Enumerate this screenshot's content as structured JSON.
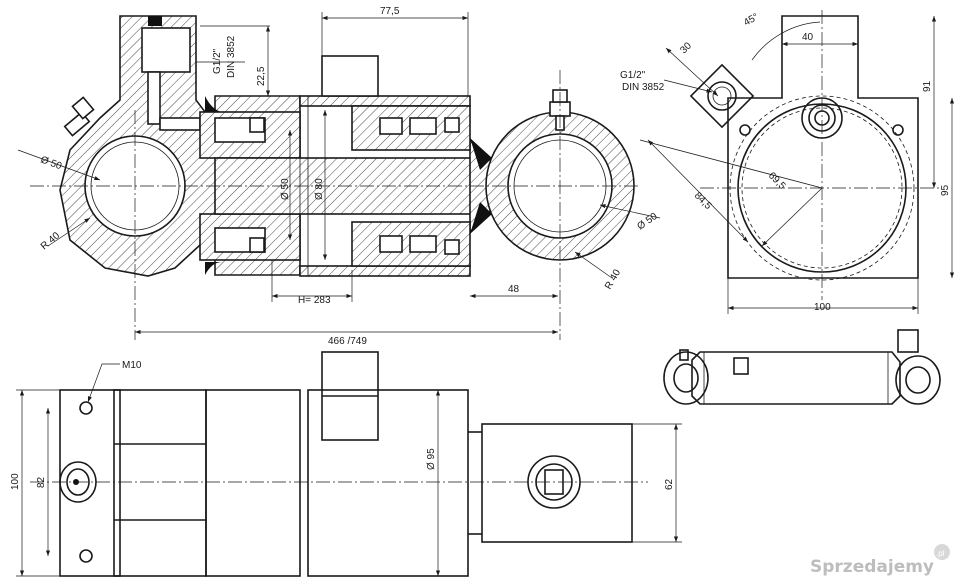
{
  "dimensions": {
    "top_77_5": "77,5",
    "g12_top": "G1/2\"",
    "din_top": "DIN 3852",
    "d22_5": "22,5",
    "phi50_left": "Ø 50",
    "r40_left": "R 40",
    "phi50_rod": "Ø 50",
    "phi80": "Ø 80",
    "h283": "H= 283",
    "len_466_749": "466 /749",
    "d48": "48",
    "phi50_right": "Ø 50",
    "r40_right": "R 40",
    "side_45deg": "45°",
    "side_30": "30",
    "side_40": "40",
    "side_91": "91",
    "side_95": "95",
    "side_84_5": "84,5",
    "side_69_5": "69,5",
    "side_100": "100",
    "side_g12": "G1/2\"",
    "side_din": "DIN 3852",
    "m10": "M10",
    "bot_100": "100",
    "bot_82": "82",
    "bot_phi95": "Ø 95",
    "bot_62": "62"
  },
  "watermark": {
    "brand": "Sprzedajemy",
    "tld": ".pl"
  }
}
